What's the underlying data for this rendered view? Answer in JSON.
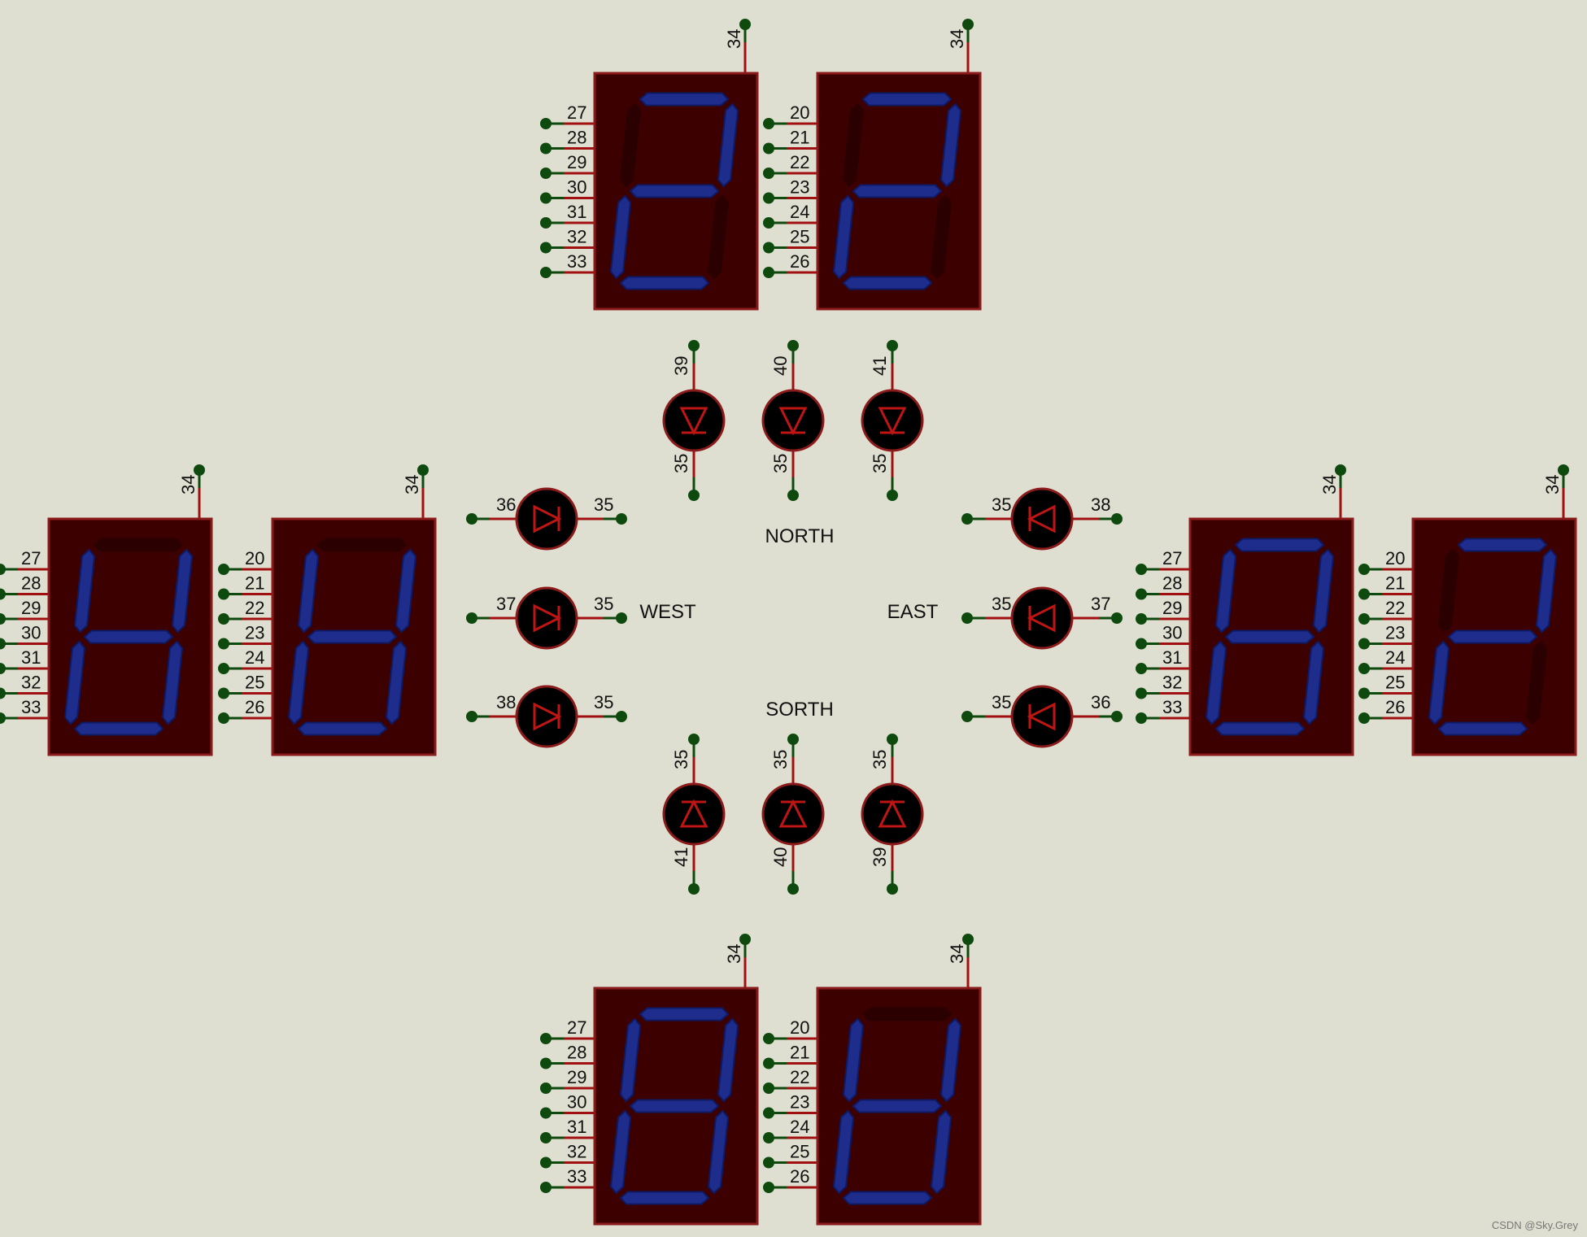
{
  "colors": {
    "background": "#dfdfd1",
    "display_body": "#3d0000",
    "outline": "#8b1a1a",
    "segment_on": "#1e2c8c",
    "segment_edge": "#0d1a66",
    "pin_wire": "#a01010",
    "terminal": "#0e4a0e",
    "text": "#111111",
    "watermark": "#777777"
  },
  "labels": {
    "north": "NORTH",
    "west": "WEST",
    "east": "EAST",
    "south": "SORTH"
  },
  "watermark": "CSDN @Sky.Grey",
  "displays": [
    {
      "id": "north-left",
      "common_pin": "34",
      "pins": [
        "27",
        "28",
        "29",
        "30",
        "31",
        "32",
        "33"
      ],
      "segments": "abdeg"
    },
    {
      "id": "north-right",
      "common_pin": "34",
      "pins": [
        "20",
        "21",
        "22",
        "23",
        "24",
        "25",
        "26"
      ],
      "segments": "abdeg"
    },
    {
      "id": "west-left",
      "common_pin": "34",
      "pins": [
        "27",
        "28",
        "29",
        "30",
        "31",
        "32",
        "33"
      ],
      "segments": "bcdefg"
    },
    {
      "id": "west-right",
      "common_pin": "34",
      "pins": [
        "20",
        "21",
        "22",
        "23",
        "24",
        "25",
        "26"
      ],
      "segments": "bcdefg"
    },
    {
      "id": "east-left",
      "common_pin": "34",
      "pins": [
        "27",
        "28",
        "29",
        "30",
        "31",
        "32",
        "33"
      ],
      "segments": "abcdefg"
    },
    {
      "id": "east-right",
      "common_pin": "34",
      "pins": [
        "20",
        "21",
        "22",
        "23",
        "24",
        "25",
        "26"
      ],
      "segments": "abdeg"
    },
    {
      "id": "south-left",
      "common_pin": "34",
      "pins": [
        "27",
        "28",
        "29",
        "30",
        "31",
        "32",
        "33"
      ],
      "segments": "abcdefg"
    },
    {
      "id": "south-right",
      "common_pin": "34",
      "pins": [
        "20",
        "21",
        "22",
        "23",
        "24",
        "25",
        "26"
      ],
      "segments": "bcdefg"
    }
  ],
  "leds": [
    {
      "id": "north-1",
      "orientation": "down",
      "pin_a": "39",
      "pin_k": "35"
    },
    {
      "id": "north-2",
      "orientation": "down",
      "pin_a": "40",
      "pin_k": "35"
    },
    {
      "id": "north-3",
      "orientation": "down",
      "pin_a": "41",
      "pin_k": "35"
    },
    {
      "id": "west-1",
      "orientation": "right",
      "pin_a": "36",
      "pin_k": "35"
    },
    {
      "id": "west-2",
      "orientation": "right",
      "pin_a": "37",
      "pin_k": "35"
    },
    {
      "id": "west-3",
      "orientation": "right",
      "pin_a": "38",
      "pin_k": "35"
    },
    {
      "id": "east-1",
      "orientation": "left",
      "pin_a": "38",
      "pin_k": "35"
    },
    {
      "id": "east-2",
      "orientation": "left",
      "pin_a": "37",
      "pin_k": "35"
    },
    {
      "id": "east-3",
      "orientation": "left",
      "pin_a": "36",
      "pin_k": "35"
    },
    {
      "id": "south-1",
      "orientation": "up",
      "pin_a": "41",
      "pin_k": "35"
    },
    {
      "id": "south-2",
      "orientation": "up",
      "pin_a": "40",
      "pin_k": "35"
    },
    {
      "id": "south-3",
      "orientation": "up",
      "pin_a": "39",
      "pin_k": "35"
    }
  ]
}
